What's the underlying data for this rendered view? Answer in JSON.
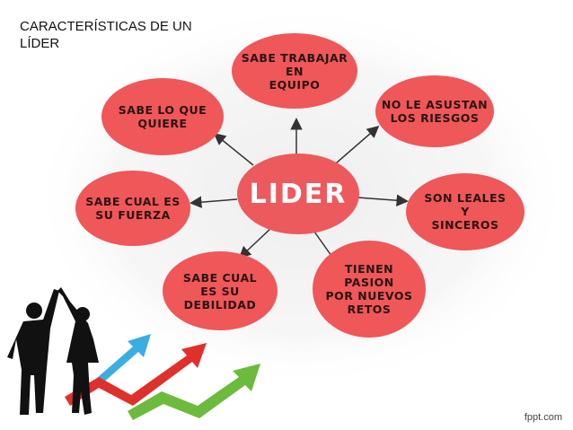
{
  "title": "CARACTERÍSTICAS DE UN LÍDER",
  "center": {
    "label": "LIDER",
    "color": "#ec5a5d"
  },
  "bubble_color": "#ef5759",
  "nodes": [
    {
      "id": "equipo",
      "label": "SABE TRABAJAR\nEN\nEQUIPO"
    },
    {
      "id": "riesgos",
      "label": "NO LE ASUSTAN\nLOS RIESGOS"
    },
    {
      "id": "leales",
      "label": "SON LEALES\nY\nSINCEROS"
    },
    {
      "id": "pasion",
      "label": "TIENEN\nPASION\nPOR NUEVOS\nRETOS"
    },
    {
      "id": "debilidad",
      "label": "SABE CUAL\nES SU\nDEBILIDAD"
    },
    {
      "id": "fuerza",
      "label": "SABE CUAL ES\nSU FUERZA"
    },
    {
      "id": "quiere",
      "label": "SABE LO QUE\nQUIERE"
    }
  ],
  "decor_arrows": [
    {
      "name": "blue-growth-arrow",
      "color": "#3aaee0"
    },
    {
      "name": "red-growth-arrow",
      "color": "#e0302b"
    },
    {
      "name": "green-growth-arrow",
      "color": "#6cbb3c"
    }
  ],
  "watermark": "fppt.com"
}
